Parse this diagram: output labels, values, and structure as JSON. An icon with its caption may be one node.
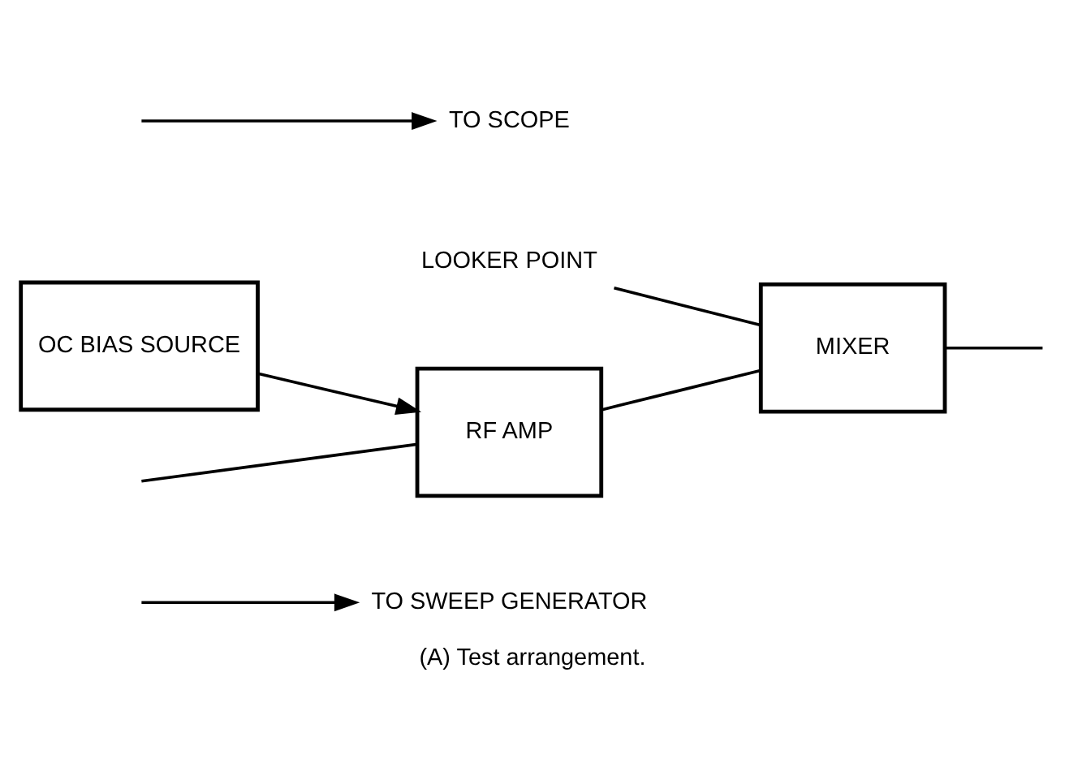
{
  "diagram": {
    "caption": "(A) Test arrangement.",
    "nodes": [
      {
        "text": [
          "TO SWEEP GENERATOR"
        ]
      },
      {
        "text": [
          "LOOKER POINT"
        ]
      },
      {
        "text": [
          "TO SCOPE"
        ]
      },
      {
        "text": [
          "RF AMP"
        ]
      },
      {
        "text": [
          "MIXER"
        ]
      },
      {
        "text": [
          "OC BIAS SOURCE"
        ]
      }
    ],
    "edges": [
      {
        "from": null,
        "to": 3,
        "arrow": "none"
      },
      {
        "from": null,
        "to": 0,
        "arrow": "to"
      },
      {
        "from": 3,
        "to": 4,
        "arrow": "none"
      },
      {
        "from": 1,
        "to": 4,
        "arrow": "none"
      },
      {
        "from": null,
        "to": 2,
        "arrow": "to"
      },
      {
        "from": 4,
        "to": null,
        "arrow": "none"
      },
      {
        "from": 5,
        "to": 3,
        "arrow": "to"
      }
    ]
  }
}
